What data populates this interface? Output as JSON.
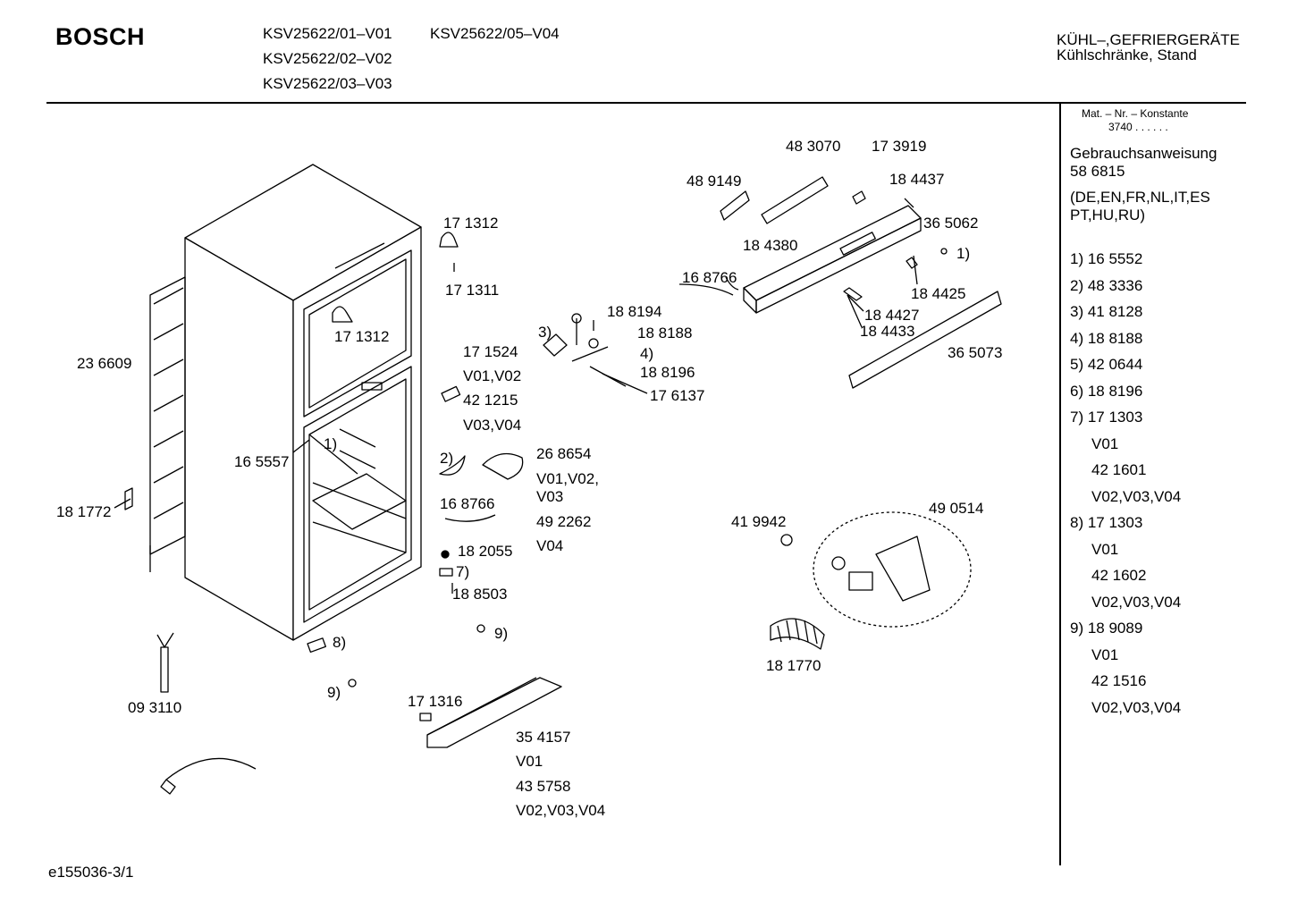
{
  "header": {
    "brand": "BOSCH",
    "models": [
      "KSV25622/01–V01",
      "KSV25622/05–V04",
      "KSV25622/02–V02",
      "KSV25622/03–V03"
    ],
    "category_line1": "KÜHL–,GEFRIERGERÄTE",
    "category_line2": "Kühlschränke, Stand"
  },
  "sidebar": {
    "mat_label": "Mat. – Nr. – Konstante",
    "mat_value": "3740 . . . . . .",
    "manual_title": "Gebrauchsanweisung",
    "manual_number": "58 6815",
    "languages_1": "(DE,EN,FR,NL,IT,ES",
    "languages_2": "PT,HU,RU)",
    "notes": [
      "1) 16 5552",
      "2) 48 3336",
      "3) 41 8128",
      "4) 18 8188",
      "5) 42 0644",
      "6) 18 8196",
      "7) 17 1303",
      "V01",
      "42 1601",
      "V02,V03,V04",
      "8) 17 1303",
      "V01",
      "42 1602",
      "V02,V03,V04",
      "9) 18 9089",
      "V01",
      "42 1516",
      "V02,V03,V04"
    ]
  },
  "parts": [
    "48 3070",
    "17 3919",
    "48 9149",
    "18 4437",
    "36 5062",
    "1)",
    "18 4380",
    "16 8766",
    "18 4425",
    "18 4427",
    "18 4433",
    "36 5073",
    "17 1312",
    "17 1311",
    "17 1312",
    "23 6609",
    "18 8194",
    "3)",
    "18 8188",
    "4)",
    "18 8196",
    "17 6137",
    "17 1524",
    "V01,V02",
    "42 1215",
    "V03,V04",
    "16 5557",
    "1)",
    "18 1772",
    "2)",
    "26 8654",
    "V01,V02,",
    "V03",
    "16 8766",
    "49 2262",
    "V04",
    "18 2055",
    "7)",
    "18 8503",
    "9)",
    "8)",
    "9)",
    "41 9942",
    "49 0514",
    "18 1770",
    "09 3110",
    "17 1316",
    "35 4157",
    "V01",
    "43 5758",
    "V02,V03,V04"
  ],
  "footer": {
    "code": "e155036-3/1"
  }
}
